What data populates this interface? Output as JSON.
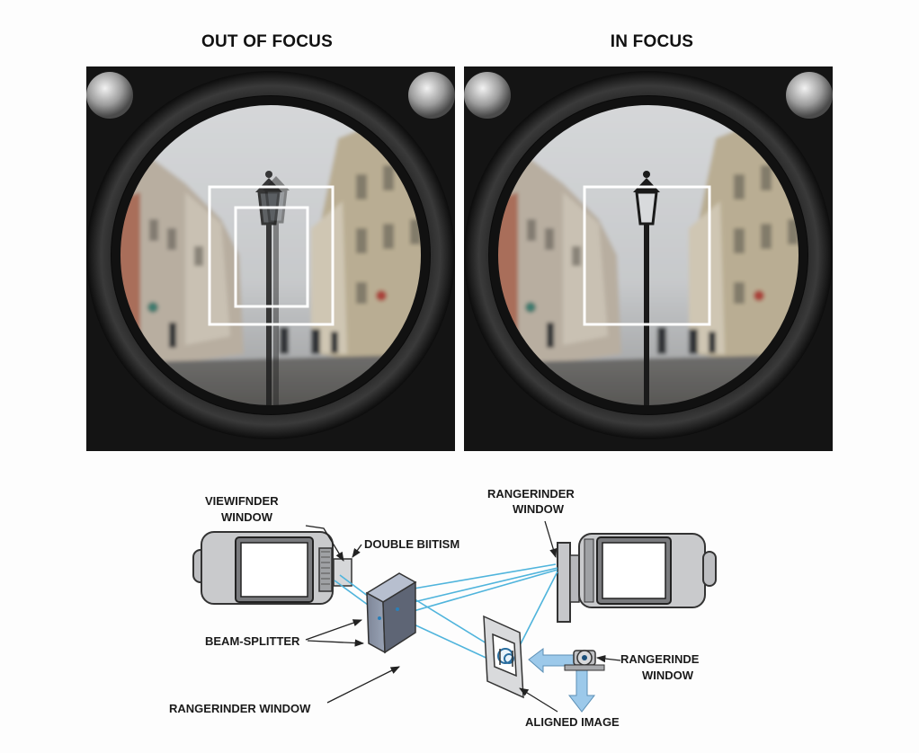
{
  "panels": {
    "left_title": "OUT OF FOCUS",
    "right_title": "IN FOCUS"
  },
  "diagram": {
    "labels": {
      "viewfinder_window": [
        "VIEWIFNDER",
        "WINDOW"
      ],
      "double_prism": "DOUBLE BIITISM",
      "rangefinder_window_top": [
        "RANGERINDER",
        "WINDOW"
      ],
      "beam_splitter": "BEAM-SPLITTER",
      "rangefinder_window_right": [
        "RANGERINDE",
        "WINDOW"
      ],
      "rangefinder_window_bottom": "RANGERINDER WINDOW",
      "aligned_image": "ALIGNED IMAGE"
    }
  },
  "colors": {
    "light_ray": "#4fb4dc",
    "arrow_fill": "#9cc9ea",
    "camera_body": "#c9cacc",
    "panel_frame": "#141414"
  }
}
